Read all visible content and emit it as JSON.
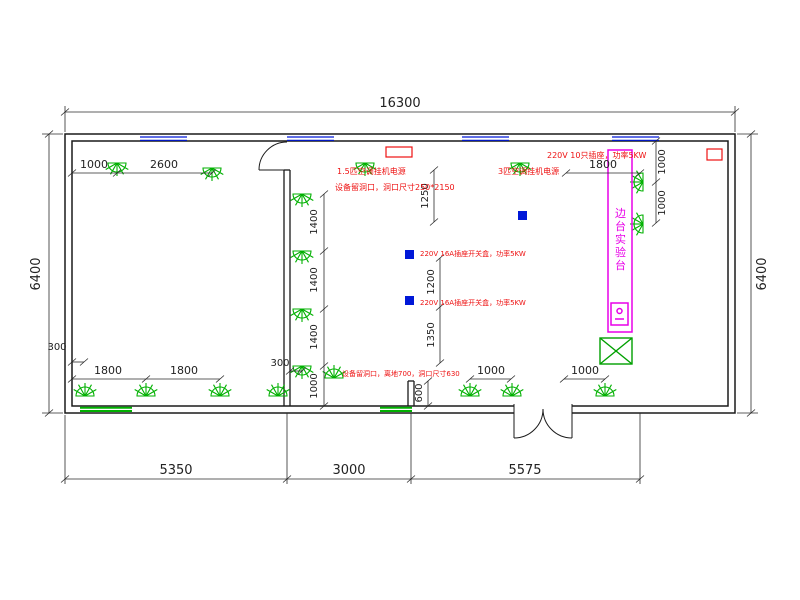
{
  "dims": {
    "overall_width": "16300",
    "left_height": "6400",
    "right_height": "6400",
    "bottom": [
      "5350",
      "3000",
      "5575"
    ],
    "top_left": [
      "1000",
      "2600"
    ],
    "top_right": "1800",
    "right_chain": [
      "1000",
      "1000"
    ],
    "col_left": [
      "1400",
      "1400",
      "1400",
      "1000"
    ],
    "col_mid": [
      "1250",
      "1200",
      "1350",
      "600"
    ],
    "left_offset": "300",
    "bottom_inner": [
      "1800",
      "1800",
      "300",
      "1000",
      "1000"
    ]
  },
  "annotations": {
    "ac_small": "1.5匹空调挂机电源",
    "hole_top": "设备留洞口，洞口尺寸250*2150",
    "ac_large": "3匹空调挂机电源",
    "sockets": "220V 10只插座，功率5KW",
    "switch_box_1": "220V 16A插座开关盒，功率5KW",
    "switch_box_2": "220V 16A插座开关盒，功率5KW",
    "hole_bottom": "设备留洞口，离地700，洞口尺寸630",
    "bench": "边台实验台"
  },
  "colors": {
    "lamp": "#00b000",
    "annotation": "#ee1111",
    "bench": "#e800e8",
    "socket": "#0018d8",
    "window": "#0018d8",
    "vent": "#00b000",
    "wall": "#1a1a1a",
    "dim": "#2a2a2a"
  }
}
